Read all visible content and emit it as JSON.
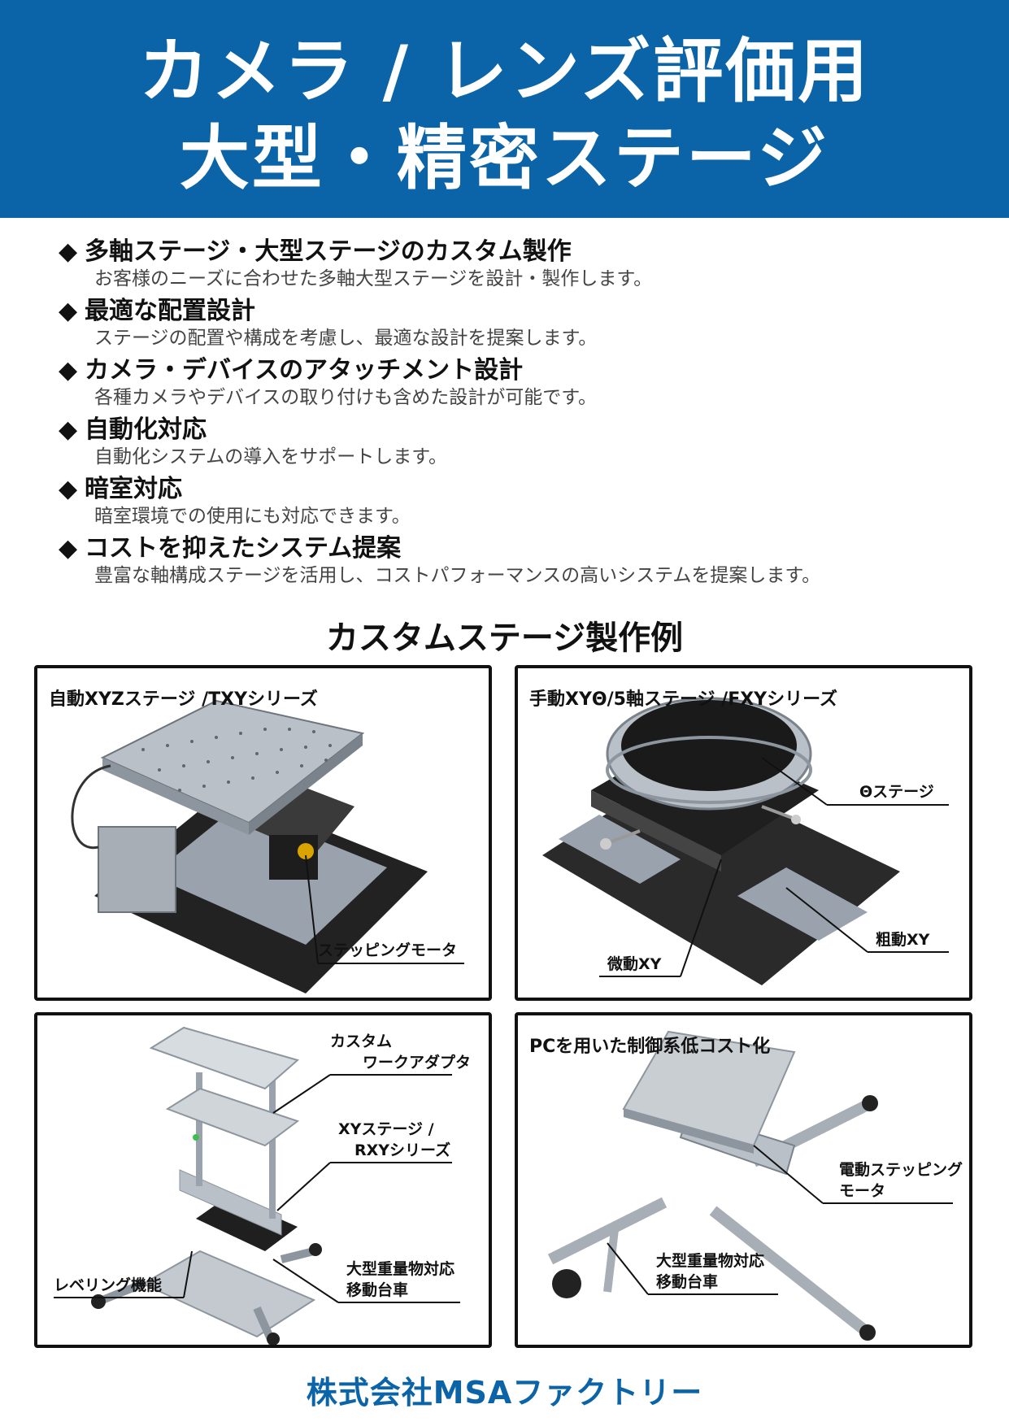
{
  "header": {
    "line1": "カメラ / レンズ評価用",
    "line2": "大型・精密ステージ"
  },
  "features": [
    {
      "title": "多軸ステージ・大型ステージのカスタム製作",
      "desc": "お客様のニーズに合わせた多軸大型ステージを設計・製作します。"
    },
    {
      "title": "最適な配置設計",
      "desc": "ステージの配置や構成を考慮し、最適な設計を提案します。"
    },
    {
      "title": "カメラ・デバイスのアタッチメント設計",
      "desc": "各種カメラやデバイスの取り付けも含めた設計が可能です。"
    },
    {
      "title": "自動化対応",
      "desc": "自動化システムの導入をサポートします。"
    },
    {
      "title": "暗室対応",
      "desc": "暗室環境での使用にも対応できます。"
    },
    {
      "title": "コストを抑えたシステム提案",
      "desc": "豊富な軸構成ステージを活用し、コストパフォーマンスの高いシステムを提案します。"
    }
  ],
  "feature_marker": "◆",
  "section_title": "カスタムステージ製作例",
  "panels": {
    "p1": {
      "title": "自動XYZステージ /TXYシリーズ",
      "labels": [
        "ステッピングモータ"
      ]
    },
    "p2": {
      "title": "手動XYΘ/5軸ステージ /FXYシリーズ",
      "labels": [
        "Θステージ",
        "粗動XY",
        "微動XY"
      ]
    },
    "p3": {
      "title": "",
      "labels": [
        "カスタム",
        "ワークアダプタ",
        "XYステージ /",
        "RXYシリーズ",
        "大型重量物対応",
        "移動台車",
        "レベリング機能"
      ]
    },
    "p4": {
      "title": "PCを用いた制御系低コスト化",
      "labels": [
        "電動ステッピング",
        "モータ",
        "大型重量物対応",
        "移動台車"
      ]
    }
  },
  "footer": "株式会社MSAファクトリー",
  "colors": {
    "brand_blue": "#0b64a8"
  }
}
